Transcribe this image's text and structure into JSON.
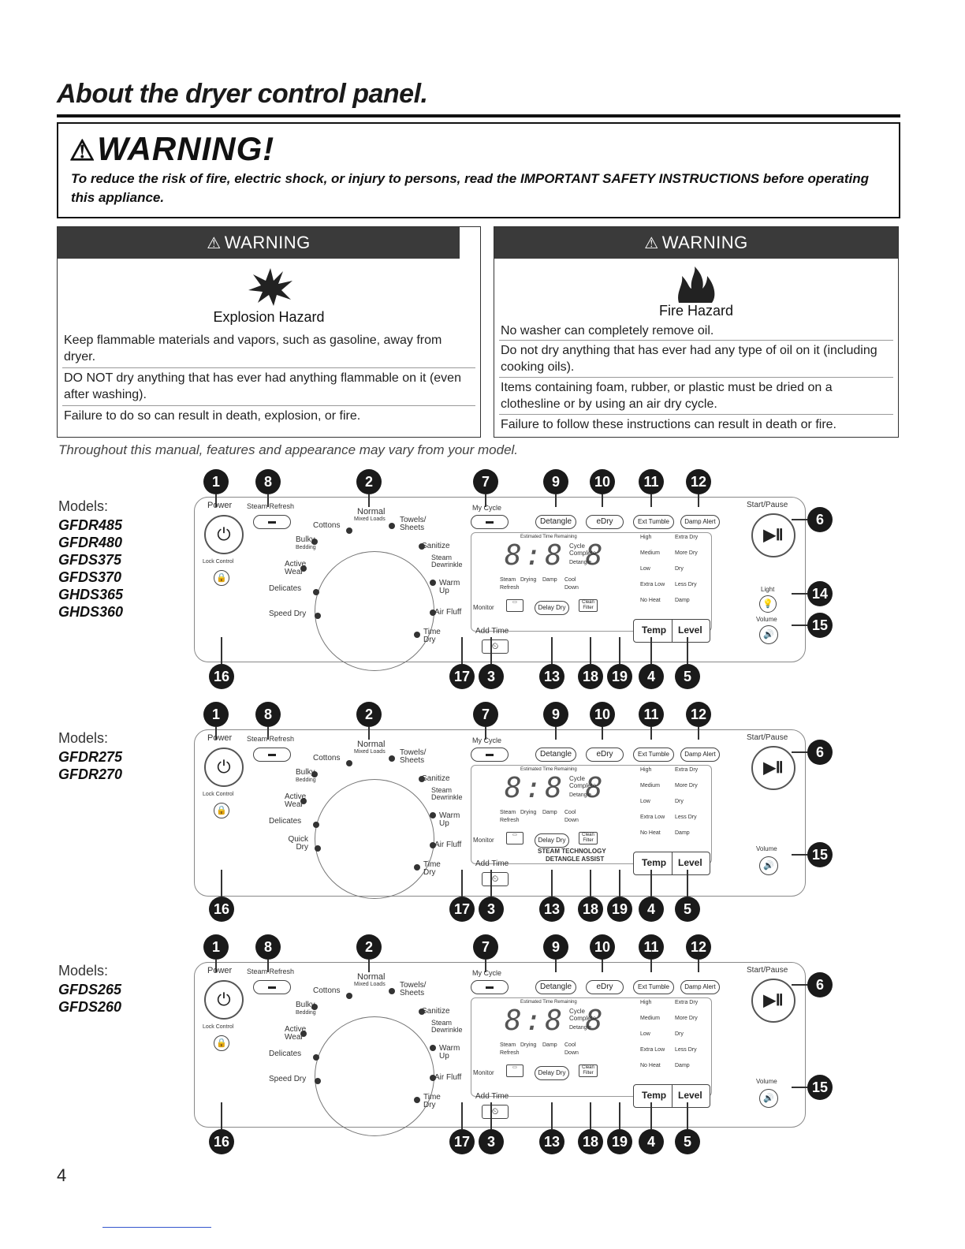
{
  "header": {
    "title": "About the dryer control panel."
  },
  "main_warning": {
    "heading": "WARNING!",
    "text": "To reduce the risk of fire, electric shock, or injury to persons, read the IMPORTANT SAFETY INSTRUCTIONS before operating this appliance."
  },
  "warning_left": {
    "bar": "WARNING",
    "hazard": "Explosion Hazard",
    "paragraphs": [
      "Keep flammable materials and vapors, such as gasoline, away from dryer.",
      "DO NOT dry anything that has ever had anything flammable on it (even after washing).",
      "Failure to do so can result in death, explosion, or fire."
    ]
  },
  "warning_right": {
    "bar": "WARNING",
    "hazard": "Fire Hazard",
    "paragraphs": [
      "No washer can completely remove oil.",
      "Do not dry anything that has ever had any type of oil on it (including cooking oils).",
      "Items containing foam, rubber, or plastic must be dried on a clothesline or by using an air dry cycle.",
      "Failure to follow these instructions can result in death or fire."
    ]
  },
  "tagline": "Throughout this manual, features and appearance may vary from your model.",
  "models_label": "Models:",
  "model_groups": [
    {
      "models": [
        "GFDR485",
        "GFDR480",
        "GFDS375",
        "GFDS370",
        "GHDS365",
        "GHDS360"
      ]
    },
    {
      "models": [
        "GFDR275",
        "GFDR270"
      ]
    },
    {
      "models": [
        "GFDS265",
        "GFDS260"
      ]
    }
  ],
  "panel_labels": {
    "power": "Power",
    "steam_refresh": "Steam Refresh",
    "normal": "Normal",
    "mixed_loads": "Mixed Loads",
    "cottons": "Cottons",
    "towels_sheets": "Towels/ Sheets",
    "bulky": "Bulky",
    "bedding": "Bedding",
    "active_wear": "Active Wear",
    "delicates": "Delicates",
    "speed_dry": "Speed Dry",
    "quick_dry": "Quick Dry",
    "sanitize": "Sanitize",
    "steam_dewrinkle": "Steam Dewrinkle",
    "warm_up": "Warm Up",
    "air_fluff": "Air Fluff",
    "time_dry": "Time Dry",
    "my_cycle": "My Cycle",
    "detangle": "Detangle",
    "edry": "eDry",
    "ext_tumble": "Ext Tumble",
    "damp_alert": "Damp Alert",
    "start_pause": "Start/Pause",
    "light": "Light",
    "volume": "Volume",
    "add_time": "Add Time",
    "temp": "Temp",
    "level": "Level",
    "lock_control": "Lock Control",
    "display": "8:8 8",
    "cycle_complete": "Cycle Complete",
    "estimated_time": "Estimated Time Remaining",
    "levels": [
      "High",
      "Medium",
      "Low",
      "Extra Low",
      "No Heat"
    ],
    "drylevels": [
      "Extra Dry",
      "More Dry",
      "Dry",
      "Less Dry",
      "Damp"
    ],
    "status": [
      "Steam",
      "Drying",
      "Damp",
      "Cool",
      "Refresh",
      "Down"
    ],
    "delay_dry": "Delay Dry",
    "clean_filter": "Clean Filter",
    "emonitor": "Monitor",
    "steam_tech": "STEAM TECHNOLOGY",
    "detangle_assist": "DETANGLE ASSIST"
  },
  "callout_numbers": {
    "top": [
      "1",
      "8",
      "2",
      "7",
      "9",
      "10",
      "11",
      "12"
    ],
    "bottom": [
      "16",
      "17",
      "3",
      "13",
      "18",
      "19",
      "4",
      "5"
    ],
    "right_a": [
      "6",
      "14",
      "15"
    ],
    "right_b": [
      "6",
      "15"
    ]
  },
  "page_number": "4"
}
